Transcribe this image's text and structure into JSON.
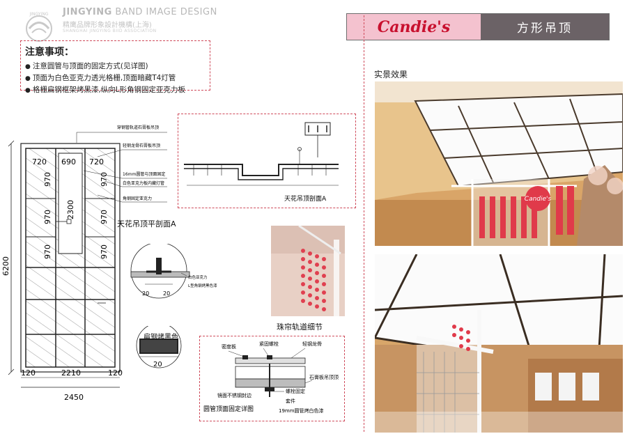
{
  "brand": {
    "name_bold": "JINGYING",
    "name_light": " BAND IMAGE DESIGN",
    "name_cn": "精鹰品牌形象設計機構(上海)",
    "tiny": "SHANGHAI JINGYING BIID ASSOCIATION",
    "logo_text": "JINGYING"
  },
  "header": {
    "logo": "Candie's",
    "title": "方形吊顶"
  },
  "notes": {
    "title": "注意事项：",
    "items": [
      "注意圆管与顶面的固定方式(见详图)",
      "顶面为白色亚克力透光格栅,顶面暗藏T4灯管",
      "格栅扁钢框架烤黑漆,纵向L形角钢固定亚克力板"
    ]
  },
  "plan": {
    "dim_720a": "720",
    "dim_690": "690",
    "dim_720b": "720",
    "dim_970a": "970",
    "dim_970b": "970",
    "dim_970c": "970",
    "dim_970d": "970",
    "dim_970e": "970",
    "dim_970f": "970",
    "dim_2300": "2300",
    "dim_6200": "6200",
    "dim_120a": "120",
    "dim_2210": "2210",
    "dim_120b": "120",
    "dim_2450": "2450",
    "callout1": "穿钢管轨道石膏板吊顶",
    "callout2": "轻钢龙骨石膏板吊顶",
    "callout3": "16mm圆管与顶面固定",
    "callout4": "白色亚克力板内藏灯管",
    "callout5": "角钢固定亚克力"
  },
  "section_a": {
    "caption": "天花吊顶平剖面A",
    "label_acrylic": "白色亚克力",
    "label_angle": "L型角钢烤黑色漆",
    "dim_20a": "20",
    "dim_20b": "20"
  },
  "flat_steel": {
    "label": "扁钢烤黑色",
    "dim": "20"
  },
  "section_b": {
    "caption": "天花吊顶剖面A"
  },
  "curtain": {
    "caption": "珠帘轨道细节"
  },
  "detail": {
    "caption": "圆管顶面固定详图",
    "label1": "密度板",
    "label2": "紧固螺栓",
    "label3": "轻钢龙骨",
    "label4": "石膏板吊顶顶",
    "label5": "螺栓固定",
    "label6": "套件",
    "label7": "19mm圆管烤白色漆",
    "label8": "镜面不锈钢封边"
  },
  "photo_label": "实景效果",
  "photo_sign": "Candie's",
  "colors": {
    "accent_dash": "#cf4a5a",
    "header_pink": "#f4c2cf",
    "header_gray": "#6b6266",
    "brand_red": "#c8102e"
  }
}
